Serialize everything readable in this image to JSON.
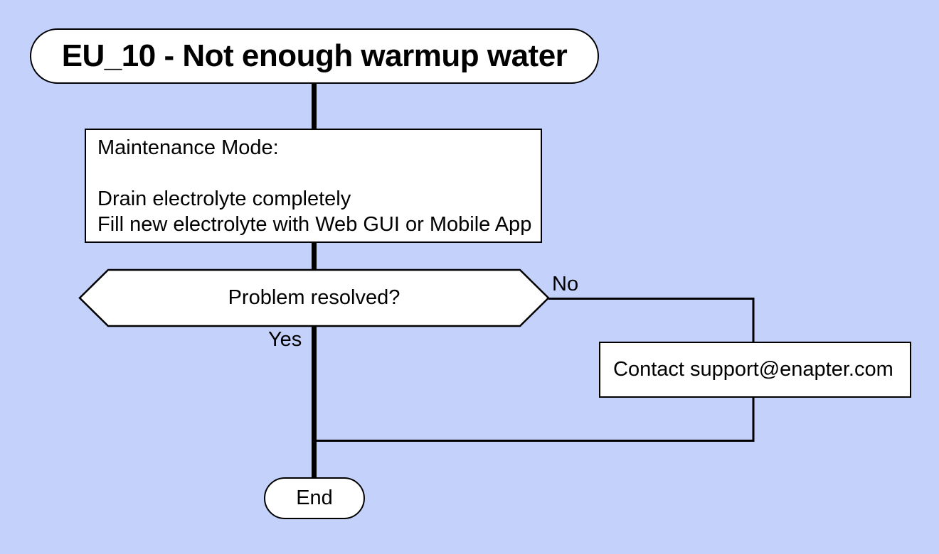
{
  "colors": {
    "bg": "#c4d1fa",
    "shape-fill": "#ffffff",
    "line": "#000000",
    "text": "#000000"
  },
  "flowchart": {
    "title": "EU_10 - Not enough warmup water",
    "process": {
      "lines": [
        "Maintenance Mode:",
        "",
        "Drain electrolyte completely",
        "Fill new electrolyte with Web GUI or Mobile App"
      ]
    },
    "decision": {
      "question": "Problem resolved?",
      "no_label": "No",
      "yes_label": "Yes"
    },
    "contact": {
      "text": "Contact support@enapter.com"
    },
    "terminator": {
      "label": "End"
    }
  }
}
